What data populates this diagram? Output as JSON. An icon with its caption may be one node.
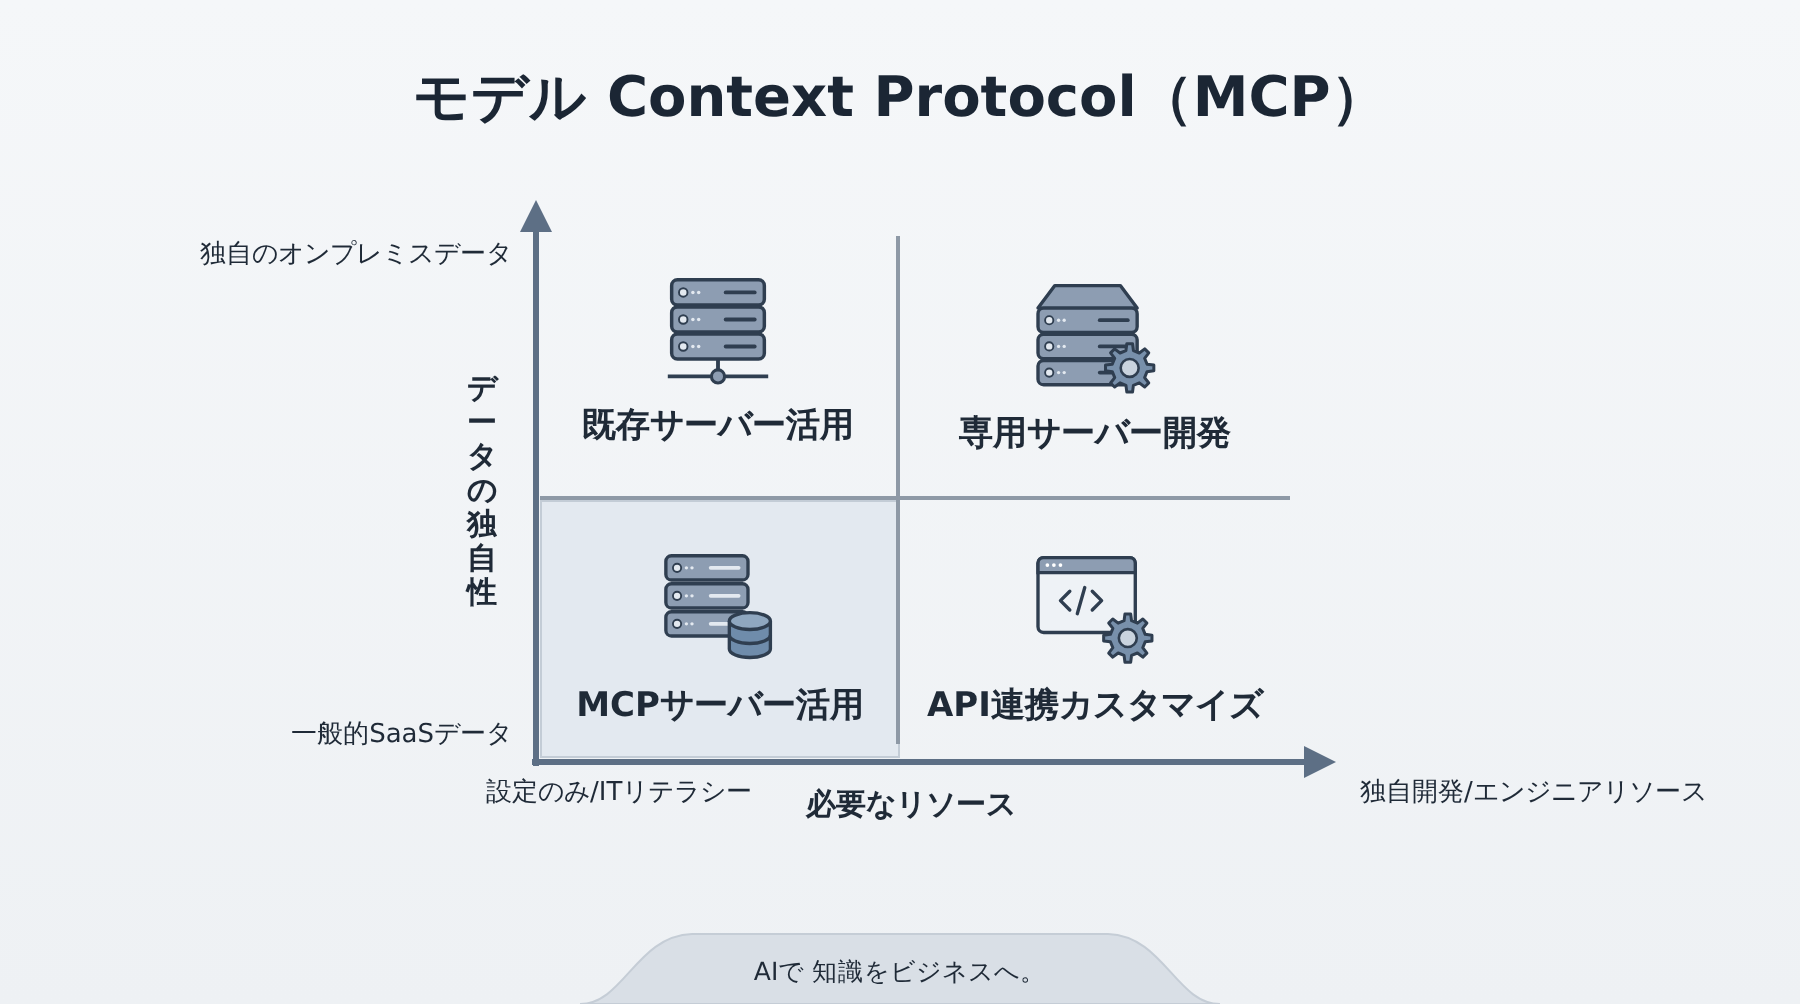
{
  "diagram": {
    "title": "モデル Context Protocol（MCP）",
    "nodes": [
      {
        "text": [
          "既存サーバー活用"
        ]
      },
      {
        "text": [
          "専用サーバー開発"
        ]
      },
      {
        "text": [
          "MCPサーバー活用"
        ]
      },
      {
        "text": [
          "API連携カスタマイズ"
        ]
      }
    ],
    "labels": [
      "独自のオンプレミスデータ",
      "データの独自性",
      "一般的SaaSデータ",
      "設定のみ/ITリテラシー",
      "必要なリソース",
      "独自開発/エンジニアリソース",
      "AIで 知識をビジネスへ。"
    ]
  }
}
